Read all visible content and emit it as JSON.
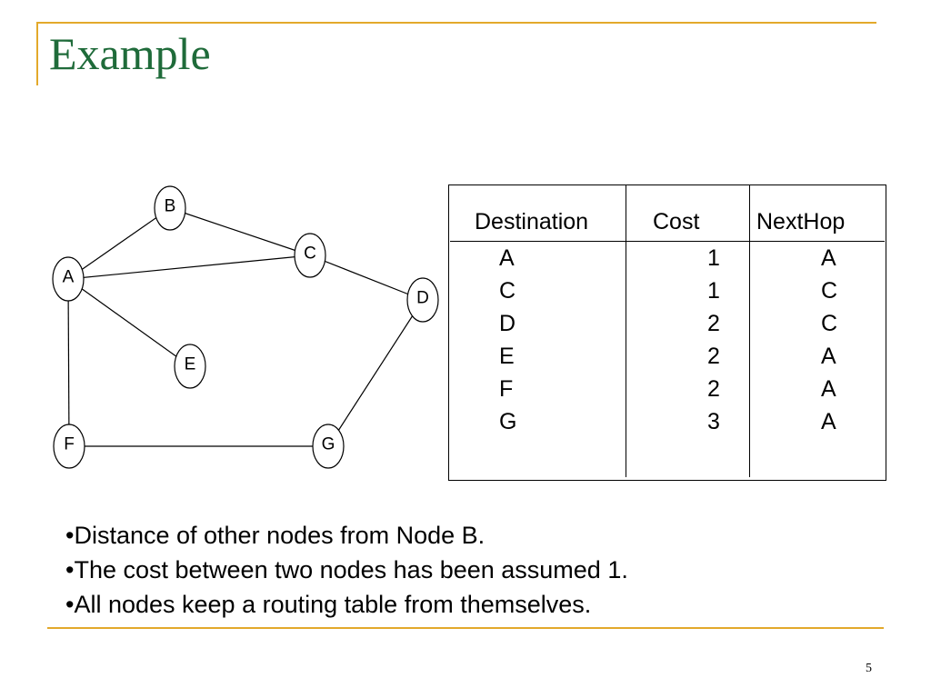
{
  "slide": {
    "title": "Example",
    "page_number": "5",
    "accent_color": "#e3a92b",
    "title_color": "#1f6b3a"
  },
  "graph": {
    "nodes": [
      "A",
      "B",
      "C",
      "D",
      "E",
      "F",
      "G"
    ],
    "edges": [
      [
        "A",
        "B"
      ],
      [
        "A",
        "C"
      ],
      [
        "B",
        "C"
      ],
      [
        "C",
        "D"
      ],
      [
        "A",
        "E"
      ],
      [
        "A",
        "F"
      ],
      [
        "F",
        "G"
      ],
      [
        "G",
        "D"
      ]
    ]
  },
  "routing_table": {
    "headers": [
      "Destination",
      "Cost",
      "NextHop"
    ],
    "rows": [
      [
        "A",
        "1",
        "A"
      ],
      [
        "C",
        "1",
        "C"
      ],
      [
        "D",
        "2",
        "C"
      ],
      [
        "E",
        "2",
        "A"
      ],
      [
        "F",
        "2",
        "A"
      ],
      [
        "G",
        "3",
        "A"
      ]
    ]
  },
  "bullets": [
    "•Distance of other nodes from Node B.",
    "•The cost between two nodes has been assumed 1.",
    "•All nodes keep a routing table from themselves."
  ]
}
